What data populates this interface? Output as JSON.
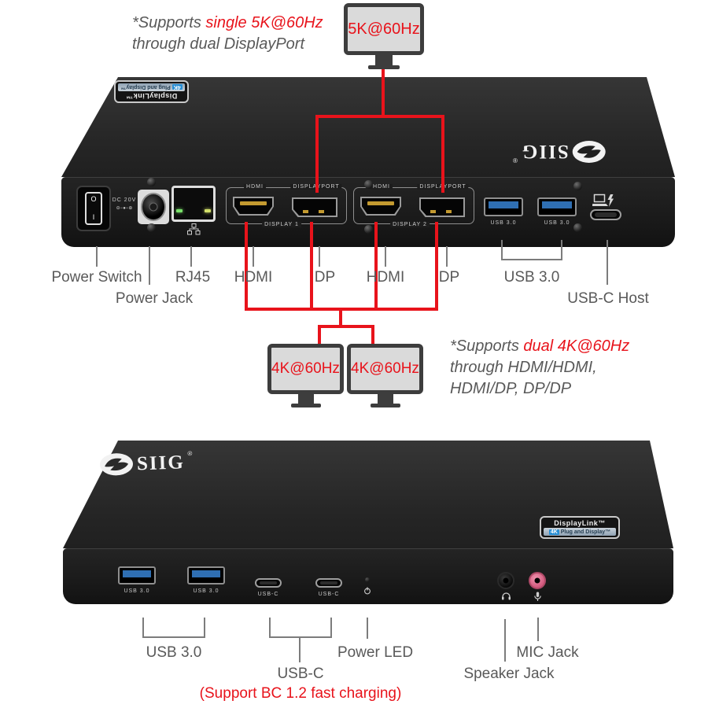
{
  "colors": {
    "accent_red": "#e8131b",
    "callout_gray": "#595959",
    "line_gray": "#7c7c7c",
    "usb_blue": "#2f6fb3",
    "mic_pink": "#e06a8c",
    "badge_blue": "#2a8fd4",
    "monitor_frame": "#3d3d3d",
    "monitor_screen": "#dadada",
    "device_black": "#1d1d1d"
  },
  "notes": {
    "top": {
      "prefix": "*Supports ",
      "highlight": "single 5K@60Hz",
      "line2": "through dual DisplayPort"
    },
    "bottom": {
      "prefix": "*Supports ",
      "highlight": "dual 4K@60Hz",
      "line2": "through HDMI/HDMI,",
      "line3": "HDMI/DP, DP/DP"
    }
  },
  "monitors": {
    "five_k": "5K@60Hz",
    "four_k_1": "4K@60Hz",
    "four_k_2": "4K@60Hz"
  },
  "brand": {
    "name": "SIIG",
    "reg": "®"
  },
  "displaylink_badge": {
    "title": "DisplayLink™",
    "subtitle_4k": "4K",
    "subtitle_rest": "Plug and Display™"
  },
  "top_device": {
    "panel_labels": {
      "switch_o": "O",
      "switch_i": "I",
      "dc": "DC 20V",
      "hdmi_1": "HDMI",
      "displayport_1": "DISPLAYPORT",
      "display_1": "DISPLAY 1",
      "hdmi_2": "HDMI",
      "displayport_2": "DISPLAYPORT",
      "display_2": "DISPLAY 2",
      "usb_1": "USB 3.0",
      "usb_2": "USB 3.0"
    },
    "callouts": {
      "power_switch": "Power Switch",
      "power_jack": "Power Jack",
      "rj45": "RJ45",
      "hdmi_1": "HDMI",
      "dp_1": "DP",
      "hdmi_2": "HDMI",
      "dp_2": "DP",
      "usb": "USB 3.0",
      "usbc_host": "USB-C Host"
    }
  },
  "bottom_device": {
    "panel_labels": {
      "usb_1": "USB 3.0",
      "usb_2": "USB 3.0",
      "usbc_1": "USB-C",
      "usbc_2": "USB-C"
    },
    "callouts": {
      "usb": "USB 3.0",
      "usbc": "USB-C",
      "usbc_note": "(Support BC 1.2 fast charging)",
      "power_led": "Power LED",
      "speaker": "Speaker Jack",
      "mic": "MIC Jack"
    }
  }
}
